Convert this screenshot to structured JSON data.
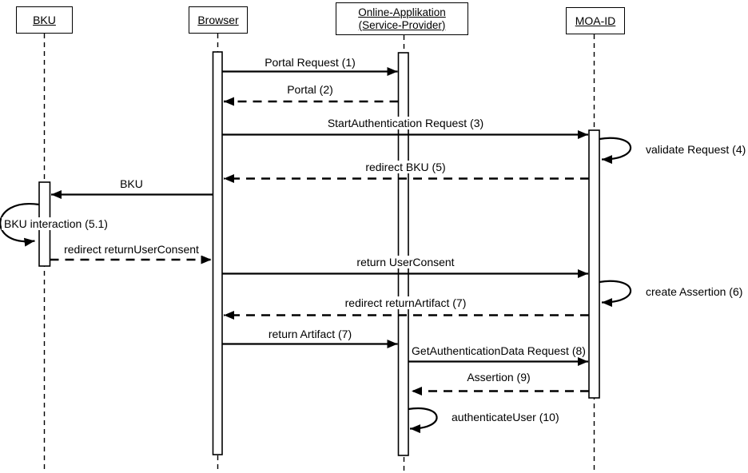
{
  "diagram": {
    "type": "uml-sequence-diagram",
    "colors": {
      "line": "#000000",
      "background": "#ffffff"
    },
    "actors": [
      {
        "id": "bku",
        "label": "BKU"
      },
      {
        "id": "browser",
        "label": "Browser"
      },
      {
        "id": "online-applikation",
        "label": "Online-Applikation (Service-Provider)"
      },
      {
        "id": "moa-id",
        "label": "MOA-ID"
      }
    ],
    "messages": [
      {
        "label": "Portal Request (1)",
        "from": "Browser",
        "to": "Online-Applikation (Service-Provider)",
        "line": "solid"
      },
      {
        "label": "Portal (2)",
        "from": "Online-Applikation (Service-Provider)",
        "to": "Browser",
        "line": "dashed"
      },
      {
        "label": "StartAuthentication Request (3)",
        "from": "Browser",
        "to": "MOA-ID",
        "line": "solid"
      },
      {
        "label": "validate Request (4)",
        "from": "MOA-ID",
        "to": "MOA-ID",
        "line": "self"
      },
      {
        "label": "redirect BKU (5)",
        "from": "MOA-ID",
        "to": "Browser",
        "line": "dashed"
      },
      {
        "label": "BKU",
        "from": "Browser",
        "to": "BKU",
        "line": "solid"
      },
      {
        "label": "BKU interaction (5.1)",
        "from": "BKU",
        "to": "BKU",
        "line": "self"
      },
      {
        "label": "redirect returnUserConsent",
        "from": "BKU",
        "to": "Browser",
        "line": "dashed"
      },
      {
        "label": "return UserConsent",
        "from": "Browser",
        "to": "MOA-ID",
        "line": "solid"
      },
      {
        "label": "create Assertion (6)",
        "from": "MOA-ID",
        "to": "MOA-ID",
        "line": "self"
      },
      {
        "label": "redirect returnArtifact (7)",
        "from": "MOA-ID",
        "to": "Browser",
        "line": "dashed"
      },
      {
        "label": "return Artifact (7)",
        "from": "Browser",
        "to": "Online-Applikation (Service-Provider)",
        "line": "solid"
      },
      {
        "label": "GetAuthenticationData Request (8)",
        "from": "Online-Applikation (Service-Provider)",
        "to": "MOA-ID",
        "line": "solid"
      },
      {
        "label": "Assertion (9)",
        "from": "MOA-ID",
        "to": "Online-Applikation (Service-Provider)",
        "line": "dashed"
      },
      {
        "label": "authenticateUser (10)",
        "from": "Online-Applikation (Service-Provider)",
        "to": "Online-Applikation (Service-Provider)",
        "line": "self"
      }
    ]
  }
}
